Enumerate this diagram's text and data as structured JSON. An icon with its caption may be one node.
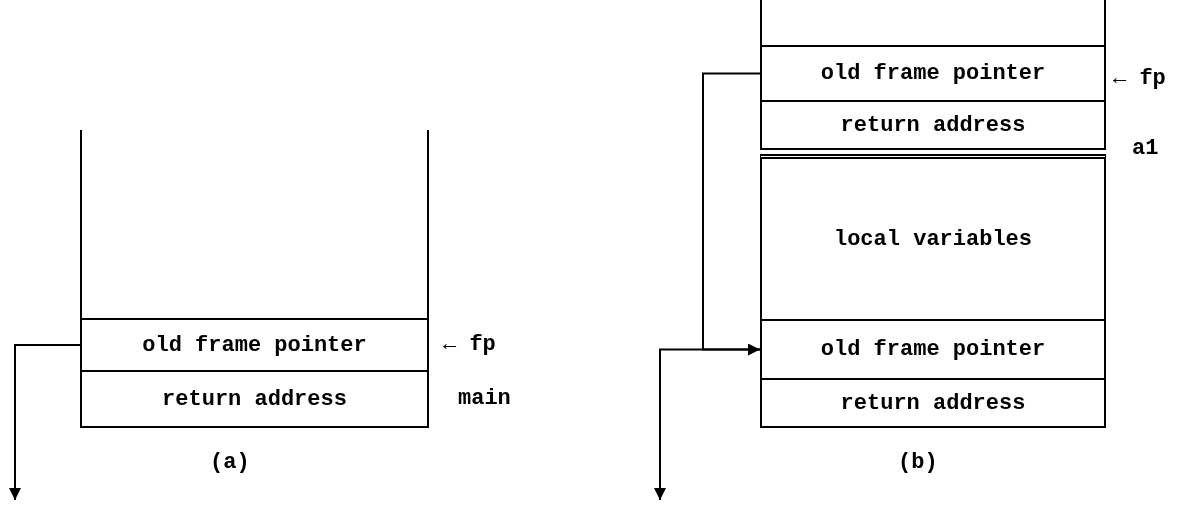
{
  "diagram": {
    "nodes": [
      {
        "text": [],
        "shape": "box"
      },
      {
        "text": [
          "old frame pointer"
        ]
      },
      {
        "text": [
          "return address"
        ]
      },
      {
        "text": [],
        "shape": "box"
      },
      {
        "text": [
          "old frame pointer"
        ]
      },
      {
        "text": [
          "return address"
        ]
      },
      {
        "text": [
          "local variables"
        ]
      },
      {
        "text": [
          "old frame pointer"
        ]
      },
      {
        "text": [
          "return address"
        ]
      }
    ],
    "edges": [
      {
        "from": 1,
        "to": null,
        "arrow": "to"
      },
      {
        "from": 4,
        "to": 7,
        "arrow": "to"
      },
      {
        "from": 7,
        "to": null,
        "arrow": "to"
      }
    ],
    "labels": [
      "← fp",
      "main",
      "(a)",
      "← fp",
      "a1",
      "(b)"
    ]
  }
}
